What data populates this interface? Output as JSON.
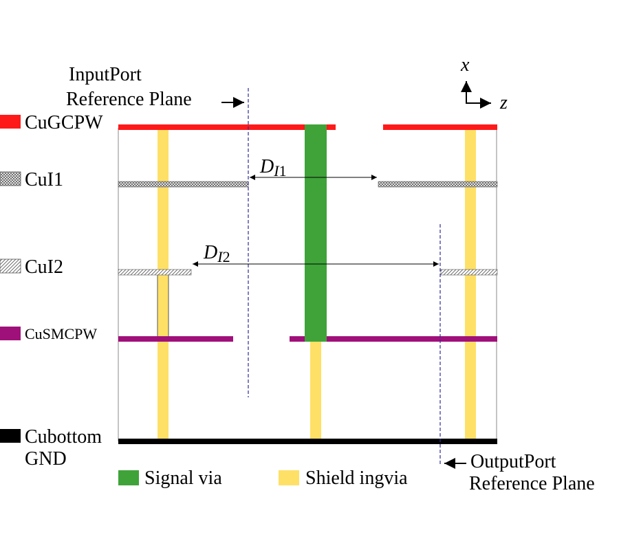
{
  "colors": {
    "gcpw": "#ff1a1a",
    "smcpw": "#a0107a",
    "bottom": "#000000",
    "signal_via": "#3fa33a",
    "shield_via": "#ffe066",
    "ref_line": "#2b2b9a",
    "frame": "#8a8a8a",
    "hatch": "#555555"
  },
  "axes": {
    "x_label": "x",
    "z_label": "z"
  },
  "input_port": {
    "line1": "InputPort",
    "line2": "Reference Plane"
  },
  "output_port": {
    "line1": "OutputPort",
    "line2": "Reference Plane"
  },
  "layers": {
    "gcpw": "CuGCPW",
    "i1": "CuI1",
    "i2": "CuI2",
    "smcpw": "CuSMCPW",
    "bottom_line1": "Cubottom",
    "bottom_line2": "GND"
  },
  "dims": {
    "d1_main": "D",
    "d1_sub": "I",
    "d1_num": "1",
    "d2_main": "D",
    "d2_sub": "I",
    "d2_num": "2"
  },
  "legend": {
    "signal": "Signal via",
    "shield": "Shield ingvia"
  }
}
